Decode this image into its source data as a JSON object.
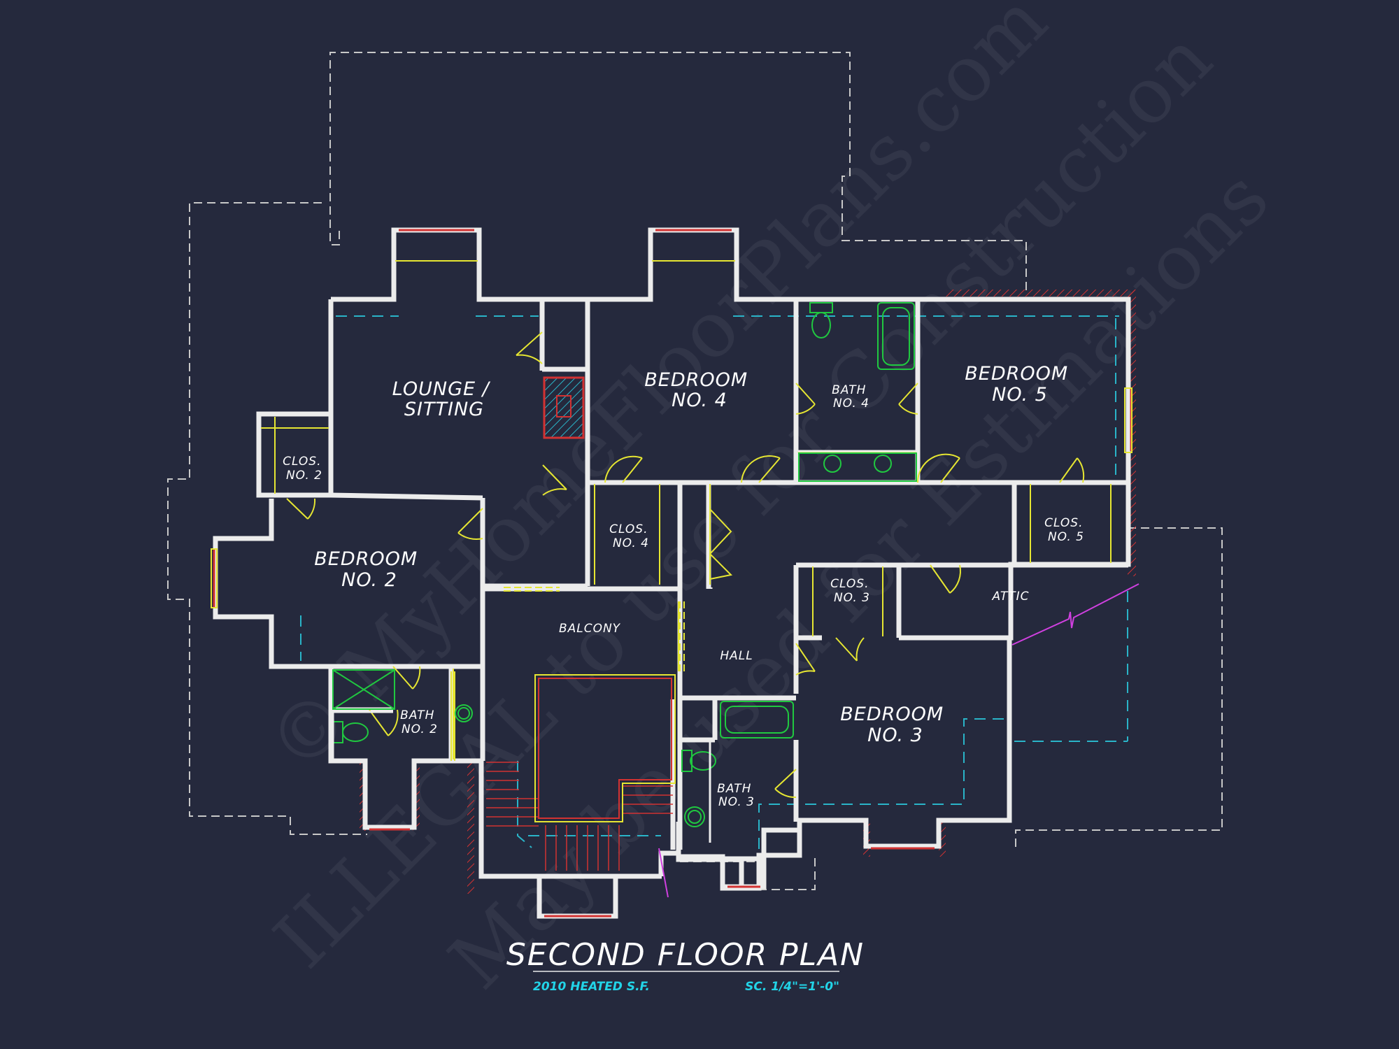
{
  "colors": {
    "background": "#25293d",
    "wall": "#ececec",
    "outline_dash": "#c8c8c8",
    "ceiling_dash": "#2ab4c8",
    "door": "#e6e632",
    "fixture": "#20c840",
    "hatch": "#d23232",
    "accent": "#22d4e8",
    "break_line": "#d040e0"
  },
  "title": {
    "main": "SECOND FLOOR PLAN",
    "area": "2010 HEATED S.F.",
    "scale": "SC. 1/4\"=1'-0\""
  },
  "rooms": {
    "lounge": [
      "LOUNGE /",
      "SITTING"
    ],
    "bedroom4": [
      "BEDROOM",
      "NO. 4"
    ],
    "bath4": [
      "BATH",
      "NO. 4"
    ],
    "bedroom5": [
      "BEDROOM",
      "NO. 5"
    ],
    "clos2": [
      "CLOS.",
      "NO. 2"
    ],
    "bedroom2": [
      "BEDROOM",
      "NO. 2"
    ],
    "clos4": [
      "CLOS.",
      "NO. 4"
    ],
    "clos5": [
      "CLOS.",
      "NO. 5"
    ],
    "clos3": [
      "CLOS.",
      "NO. 3"
    ],
    "attic": "ATTIC",
    "balcony": "BALCONY",
    "hall": "HALL",
    "bedroom3": [
      "BEDROOM",
      "NO. 3"
    ],
    "bath2": [
      "BATH",
      "NO. 2"
    ],
    "bath3": [
      "BATH",
      "NO. 3"
    ]
  },
  "watermark": [
    "© MyHomeFloorPlans.com",
    "ILLEGAL to use for Construction",
    "May be used for Estimations"
  ]
}
